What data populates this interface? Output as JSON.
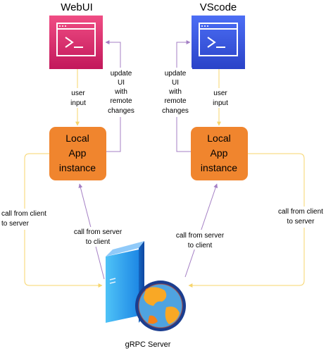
{
  "webui": {
    "title": "WebUI",
    "app_box": [
      "Local",
      "App",
      "instance"
    ],
    "user_input": [
      "user",
      "input"
    ],
    "update_ui": [
      "update",
      "UI",
      "with",
      "remote",
      "changes"
    ],
    "call_client_to_server": [
      "call from client",
      "to server"
    ],
    "call_server_to_client": [
      "call from server",
      "to client"
    ]
  },
  "vscode": {
    "title": "VScode",
    "app_box": [
      "Local",
      "App",
      "instance"
    ],
    "user_input": [
      "user",
      "input"
    ],
    "update_ui": [
      "update",
      "UI",
      "with",
      "remote",
      "changes"
    ],
    "call_client_to_server": [
      "call from client",
      "to server"
    ],
    "call_server_to_client": [
      "call from server",
      "to client"
    ]
  },
  "server": {
    "label": "gRPC Server"
  },
  "colors": {
    "webui_icon": "#d6336c",
    "vscode_icon": "#3a56e0",
    "app_box": "#f0852e",
    "arrow_yellow": "#f7d56b",
    "arrow_purple": "#a47fc4"
  }
}
